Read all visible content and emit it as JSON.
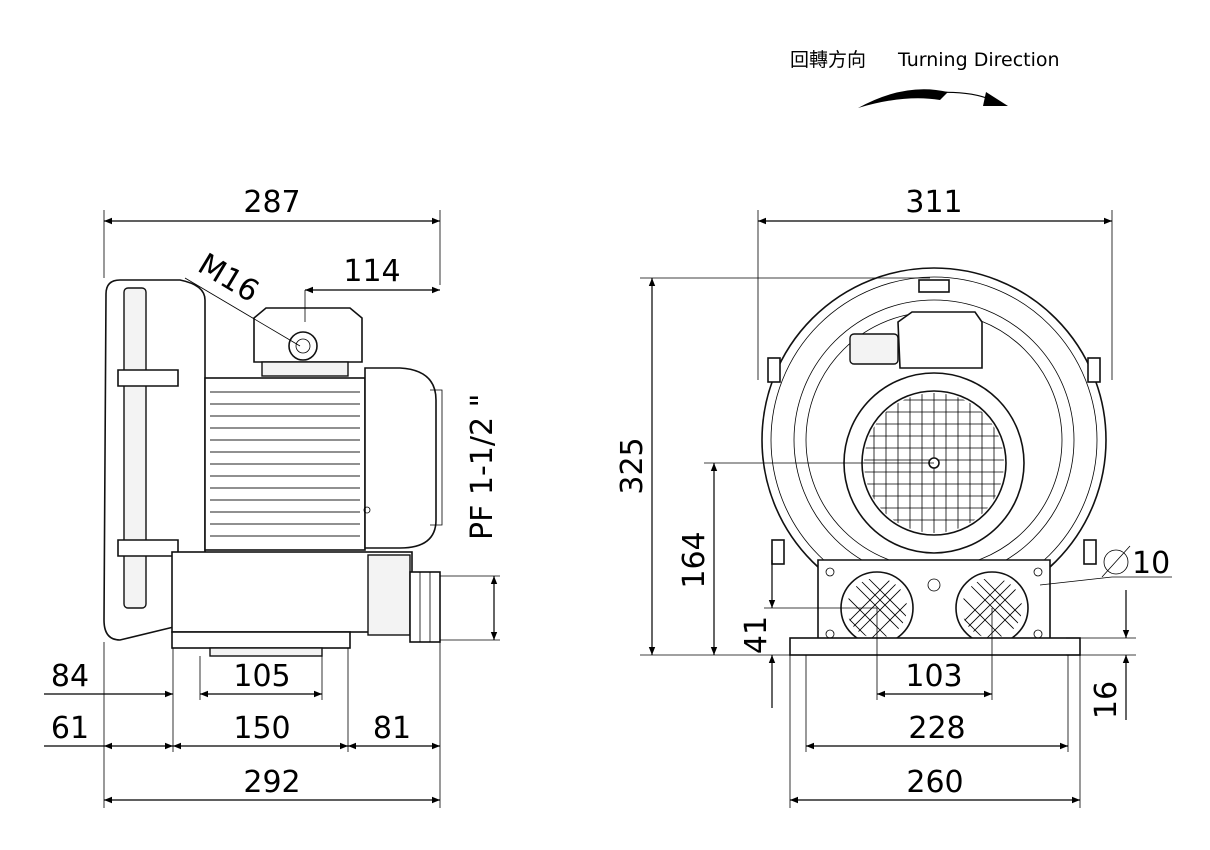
{
  "header": {
    "direction_cn": "回轉方向",
    "direction_en": "Turning Direction"
  },
  "side_view": {
    "overall_height": "287",
    "terminal_box_offset": "114",
    "cable_gland": "M16",
    "port_thread": "PF 1-1/2 \"",
    "base_left_84": "84",
    "base_hole_pitch": "105",
    "base_left_61": "61",
    "base_length": "150",
    "base_right": "81",
    "overall_length": "292"
  },
  "front_view": {
    "overall_width": "311",
    "overall_height": "325",
    "center_height": "164",
    "port_height": "41",
    "hole_diameter": "10",
    "port_spacing": "103",
    "base_foot_thickness": "16",
    "mount_hole_pitch": "228",
    "base_width": "260"
  },
  "colors": {
    "line": "#000000",
    "background": "#ffffff"
  }
}
